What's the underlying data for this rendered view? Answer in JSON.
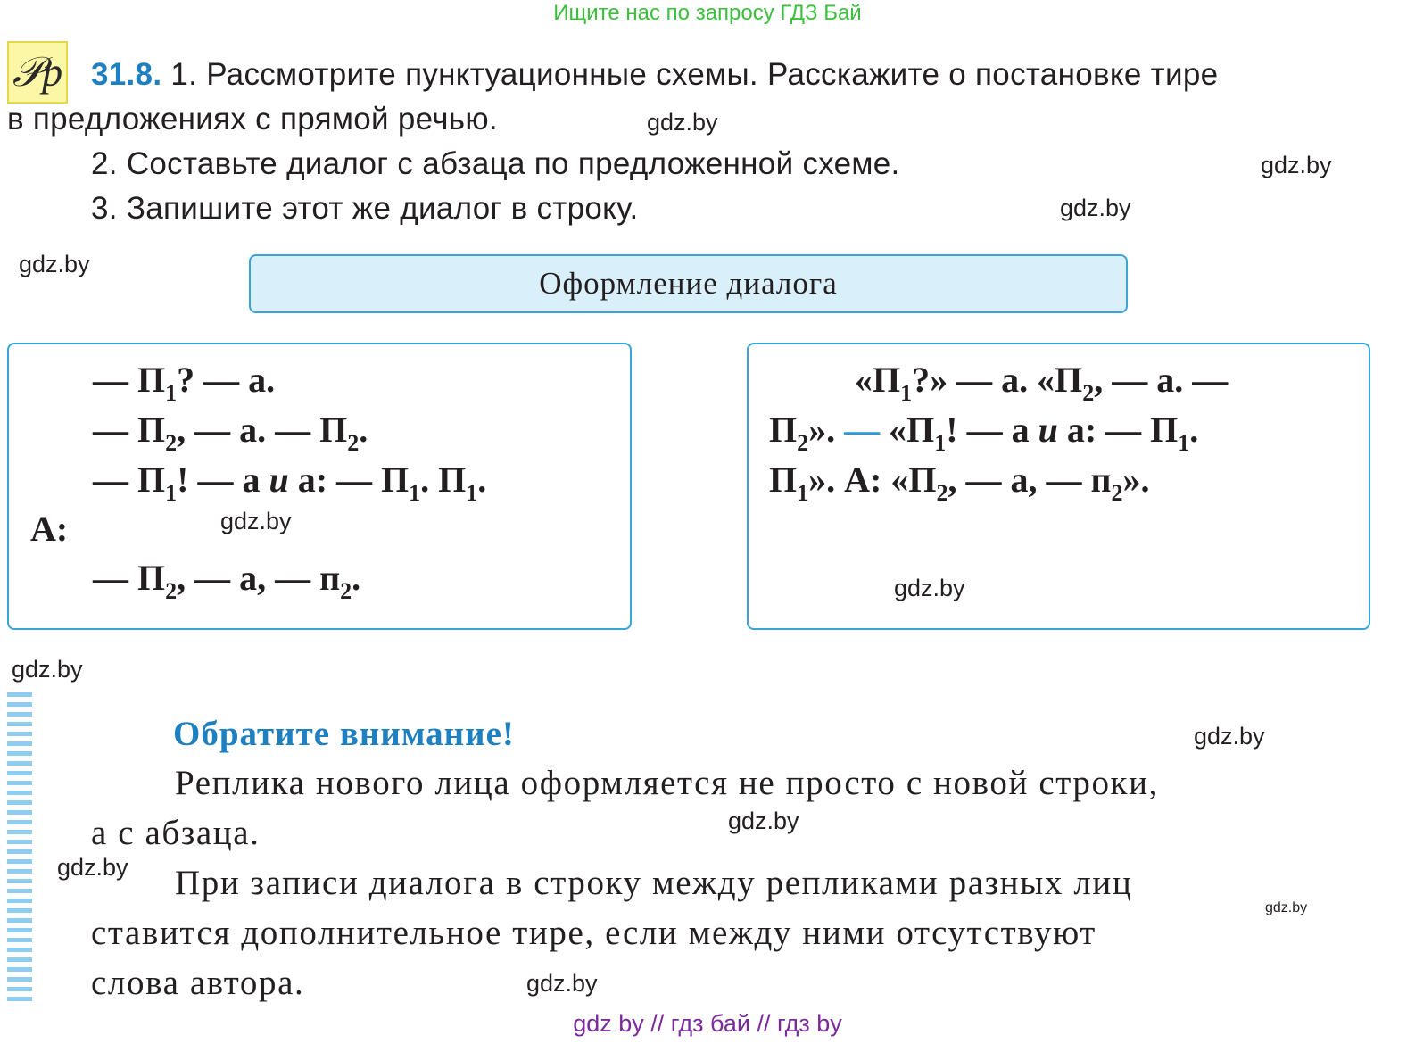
{
  "banner": {
    "text": "Ищите нас по запросу ГДЗ Бай"
  },
  "logo": {
    "glyph": "𝒫p",
    "icon": "rp-logo-icon"
  },
  "task": {
    "number": "31.8.",
    "line1": "1. Рассмотрите пунктуационные схемы. Расскажите о постановке тире",
    "line2": "в предложениях с прямой речью.",
    "line3": "2. Составьте диалог с абзаца по предложенной схеме.",
    "line4": "3. Запишите этот же диалог в строку."
  },
  "watermarks": {
    "wm1": "gdz.by",
    "wm2": "gdz.by",
    "wm3": "gdz.by",
    "wm4": "gdz.by",
    "wm5": "gdz.by",
    "wm6": "gdz.by",
    "wm7": "gdz.by",
    "wm8": "gdz.by",
    "wm9": "gdz.by",
    "wm10": "gdz.by",
    "wm11": "gdz.by",
    "wm12": "gdz.by"
  },
  "section_title": "Оформление диалога",
  "scheme_left": {
    "r1": {
      "d": "— П",
      "s": "1",
      "t": "? — а."
    },
    "r2": {
      "d": "— П",
      "s": "2",
      "t": ", — а. — П",
      "s2": "2",
      "t2": "."
    },
    "r3": {
      "d": "— П",
      "s": "1",
      "t": "! — а ",
      "i": "и",
      "t2": " а: — П",
      "s2": "1",
      "t3": ". П",
      "s3": "1",
      "t4": "."
    },
    "label": "А:",
    "r4": {
      "d": "— П",
      "s": "2",
      "t": ", — а, — п",
      "s2": "2",
      "t2": "."
    }
  },
  "scheme_right": {
    "l1": {
      "a": "«П",
      "s": "1",
      "b": "?» — а. «П",
      "s2": "2",
      "c": ", — а. —"
    },
    "l2": {
      "a": "П",
      "s": "2",
      "b": "». ",
      "dash": "—",
      "c": " «П",
      "s2": "1",
      "d": "! — а ",
      "i": "и",
      "e": " а: — П",
      "s3": "1",
      "f": "."
    },
    "l3": {
      "a": "П",
      "s": "1",
      "b": "». А: «П",
      "s2": "2",
      "c": ", — а, — п",
      "s3": "2",
      "d": "»."
    }
  },
  "note": {
    "title": "Обратите внимание!",
    "p1_l1": "Реплика нового лица оформляется не просто с новой строки,",
    "p1_l2": "а с абзаца.",
    "p2_l1": "При записи диалога в строку между репликами разных лиц",
    "p2_l2": "ставится дополнительное тире, если между ними отсутствуют",
    "p2_l3": "слова автора."
  },
  "footer": {
    "text": "gdz by  //  гдз бай  //  гдз by"
  },
  "colors": {
    "accent_blue": "#1e7fc1",
    "box_border": "#3aa3d8",
    "title_fill": "#d9f0fb",
    "banner_green": "#3cbf3c",
    "footer_purple": "#7b2a9b"
  }
}
